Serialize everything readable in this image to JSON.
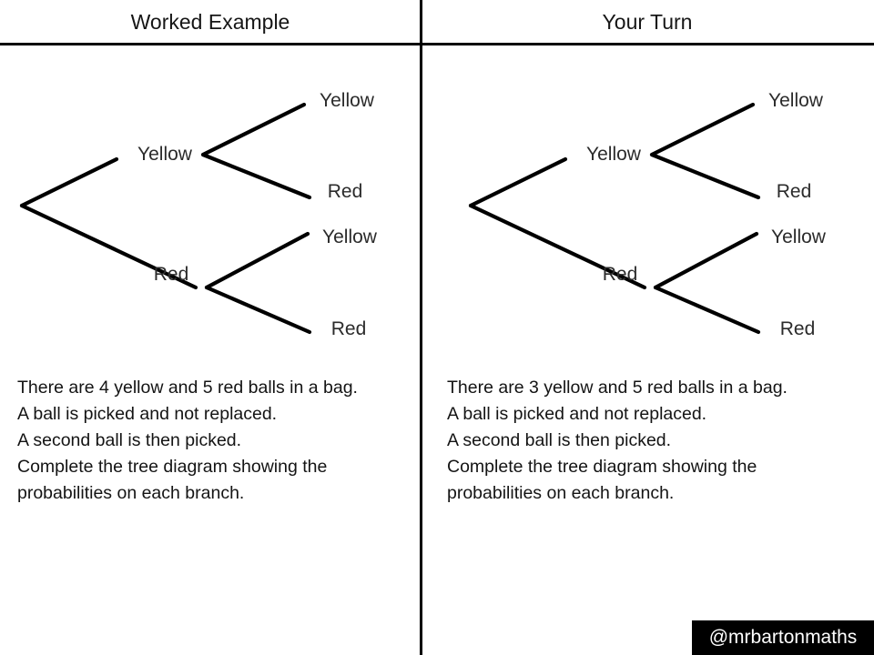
{
  "slide": {
    "background": "#ffffff",
    "ink_color": "#000000",
    "text_color": "#141414"
  },
  "header": {
    "left_title": "Worked Example",
    "right_title": "Your Turn"
  },
  "panels": [
    {
      "id": "worked-example",
      "title": "Worked Example",
      "tree": {
        "type": "probability-tree",
        "levels": 2,
        "root_label": "",
        "stage1": [
          {
            "label": "Yellow",
            "probability_label": ""
          },
          {
            "label": "Red",
            "probability_label": ""
          }
        ],
        "stage2": [
          {
            "parent": "Yellow",
            "label": "Yellow",
            "probability_label": ""
          },
          {
            "parent": "Yellow",
            "label": "Red",
            "probability_label": ""
          },
          {
            "parent": "Red",
            "label": "Yellow",
            "probability_label": ""
          },
          {
            "parent": "Red",
            "label": "Red",
            "probability_label": ""
          }
        ]
      },
      "question_lines": [
        "There are 4 yellow and 5 red balls in a bag.",
        "A ball is picked and not replaced.",
        "A second ball is then picked.",
        "Complete the tree diagram showing the probabilities on each branch."
      ]
    },
    {
      "id": "your-turn",
      "title": "Your Turn",
      "tree": {
        "type": "probability-tree",
        "levels": 2,
        "root_label": "",
        "stage1": [
          {
            "label": "Yellow",
            "probability_label": ""
          },
          {
            "label": "Red",
            "probability_label": ""
          }
        ],
        "stage2": [
          {
            "parent": "Yellow",
            "label": "Yellow",
            "probability_label": ""
          },
          {
            "parent": "Yellow",
            "label": "Red",
            "probability_label": ""
          },
          {
            "parent": "Red",
            "label": "Yellow",
            "probability_label": ""
          },
          {
            "parent": "Red",
            "label": "Red",
            "probability_label": ""
          }
        ]
      },
      "question_lines": [
        "There are 3 yellow and 5 red balls in a bag.",
        "A ball is picked and not replaced.",
        "A second ball is then picked.",
        "Complete the tree diagram showing the probabilities on each branch."
      ]
    }
  ],
  "watermark": {
    "label": "@mrbartonmaths",
    "background": "#000000",
    "color": "#ffffff"
  }
}
